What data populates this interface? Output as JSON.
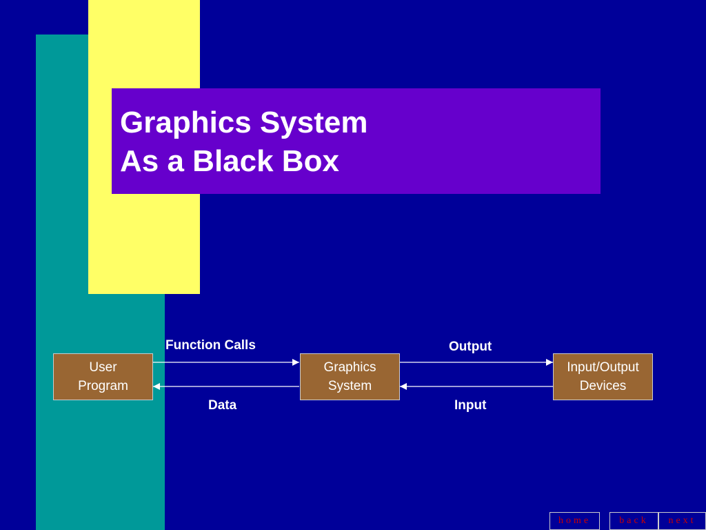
{
  "slide": {
    "title_line1": "Graphics System",
    "title_line2": "As a Black Box"
  },
  "diagram": {
    "nodes": {
      "user_program": {
        "line1": "User",
        "line2": "Program"
      },
      "graphics_system": {
        "line1": "Graphics",
        "line2": "System"
      },
      "io_devices": {
        "line1": "Input/Output",
        "line2": "Devices"
      }
    },
    "edges": {
      "function_calls": "Function Calls",
      "data": "Data",
      "output": "Output",
      "input": "Input"
    }
  },
  "nav": {
    "home": "home",
    "back": "back",
    "next": "next"
  },
  "colors": {
    "background": "#000099",
    "teal_band": "#009999",
    "yellow_band": "#FFFF66",
    "title_box": "#6600CC",
    "node_fill": "#996633",
    "nav_text": "#CC0000"
  }
}
